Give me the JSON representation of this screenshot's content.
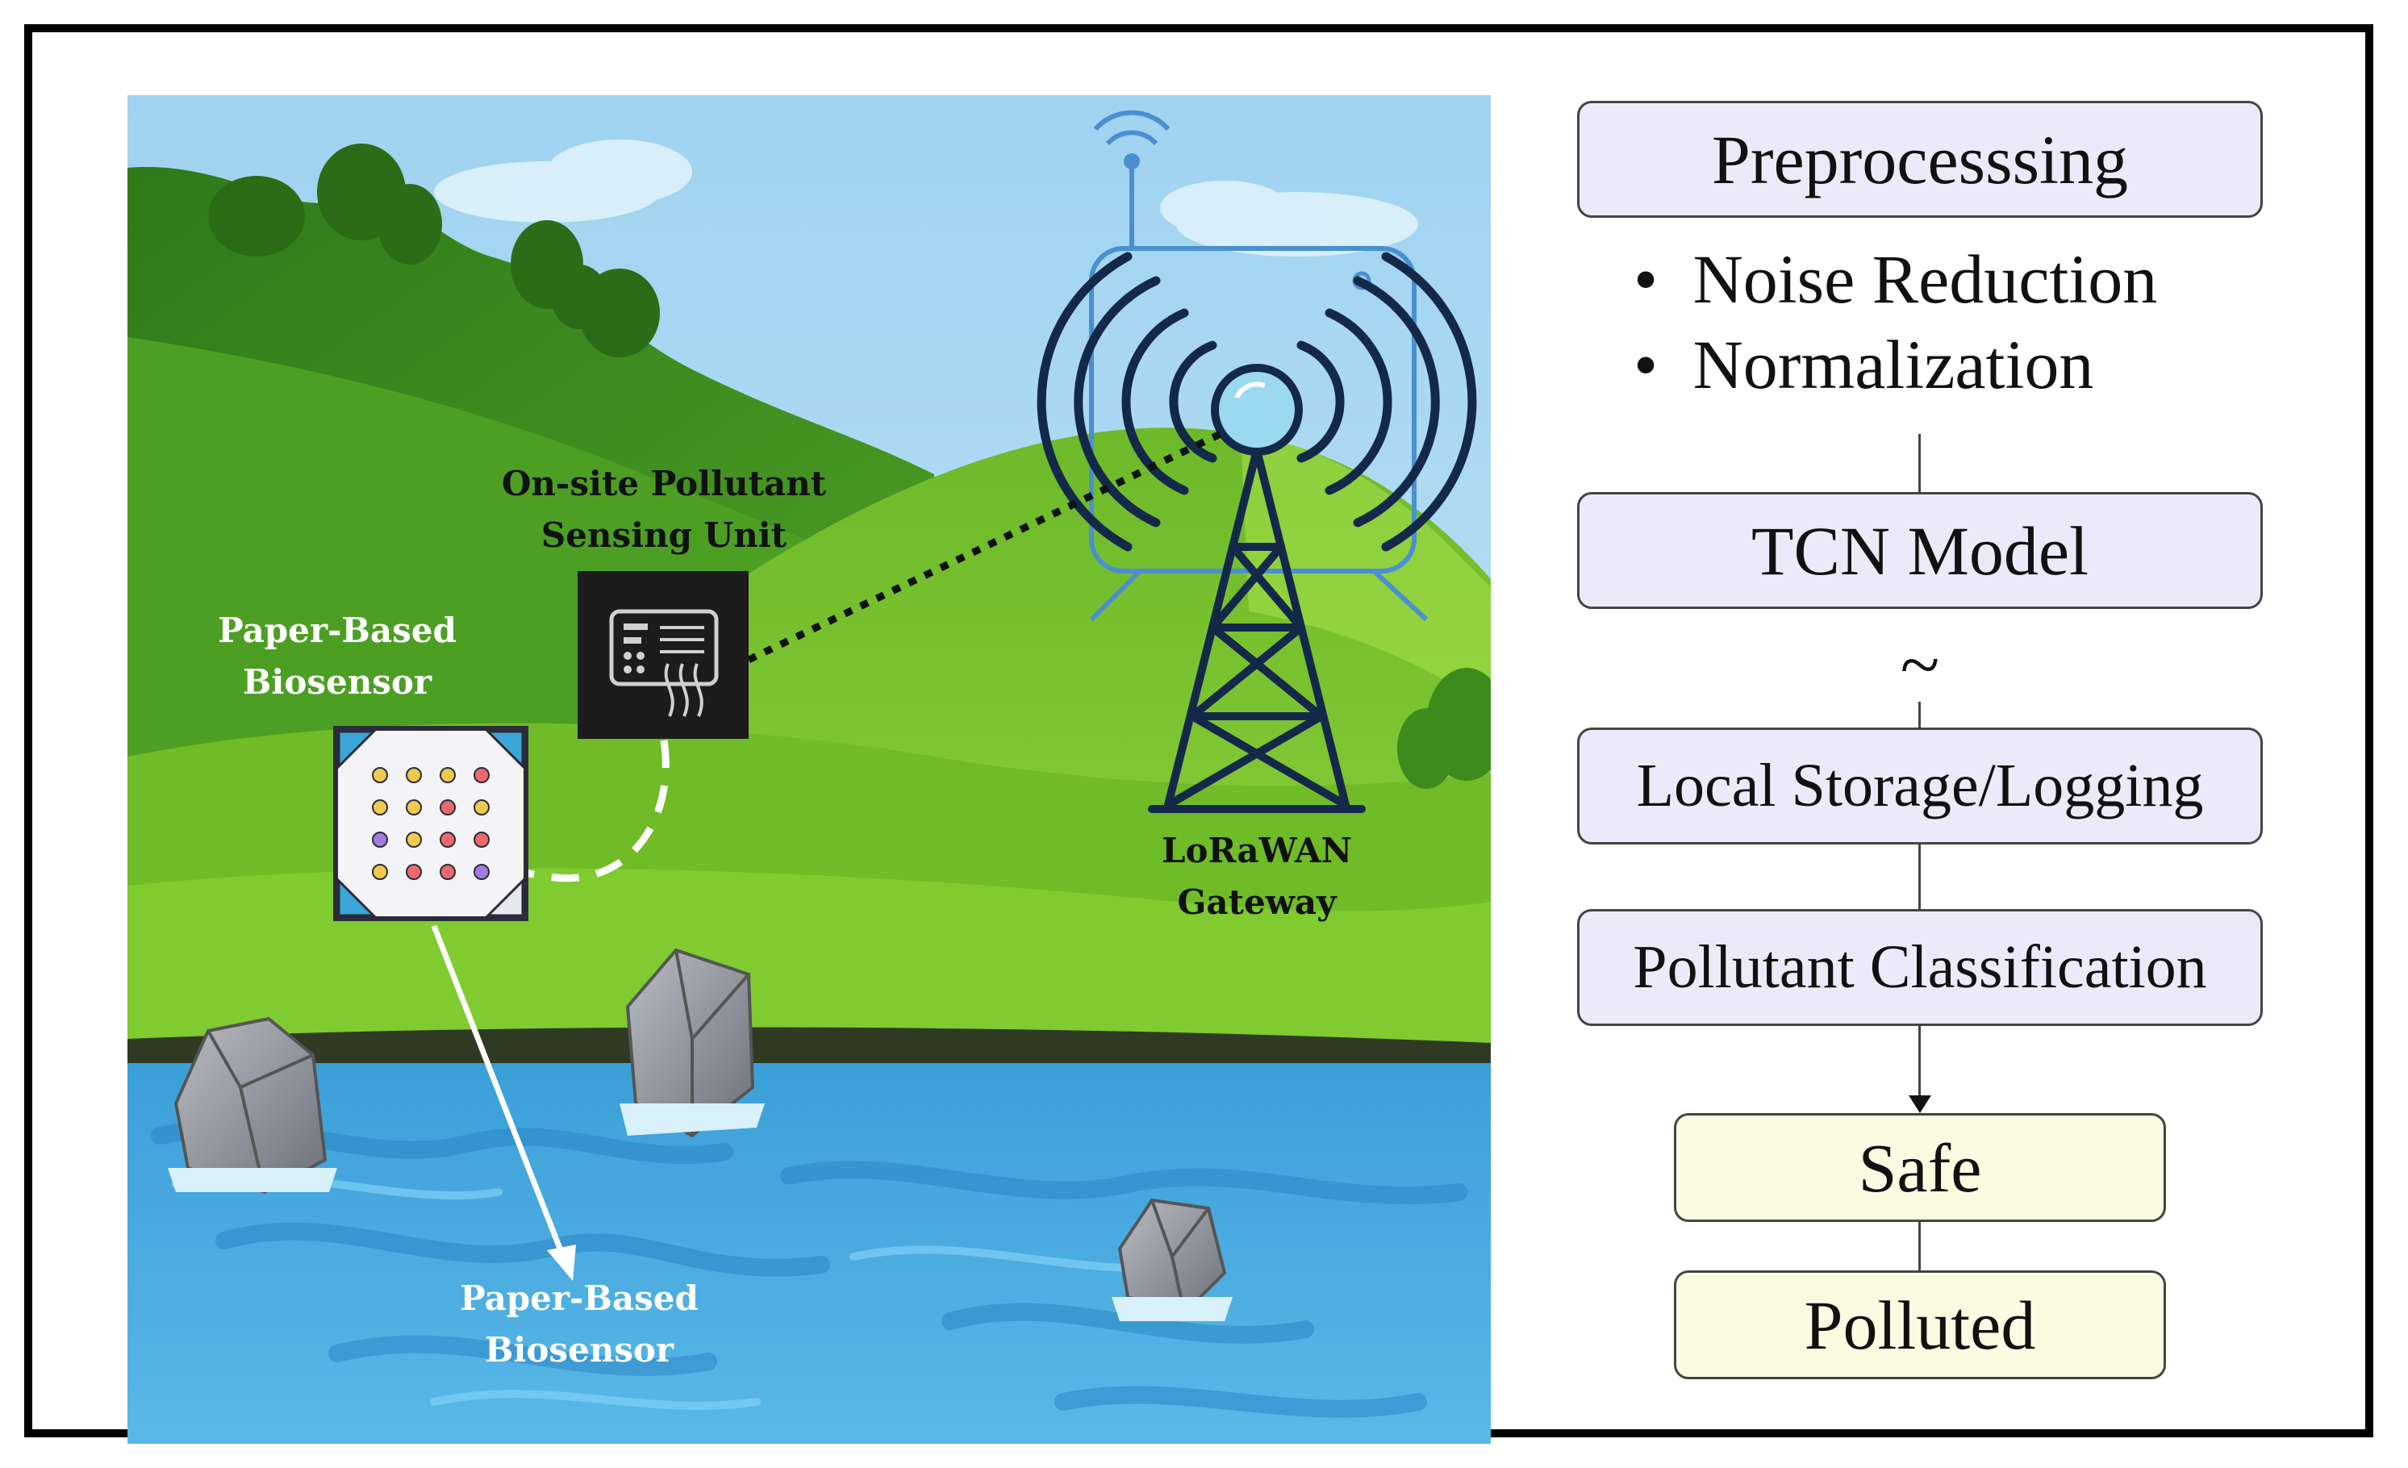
{
  "scene": {
    "sensing_unit_label": [
      "On-site Pollutant",
      "Sensing Unit"
    ],
    "biosensor_label_top": [
      "Paper-Based",
      "Biosensor"
    ],
    "biosensor_label_bottom": [
      "Paper-Based",
      "Biosensor"
    ],
    "gateway_label": [
      "LoRaWAN",
      "Gateway"
    ]
  },
  "flow": {
    "preprocessing": "Preprocesssing",
    "bullets": [
      "Noise Reduction",
      "Normalization"
    ],
    "bullet_char": "•",
    "model": "TCN Model",
    "tilde": "~",
    "storage": "Local Storage/Logging",
    "classification": "Pollutant Classification",
    "outputs": [
      "Safe",
      "Polluted"
    ]
  },
  "colors": {
    "sky": "#a9d9f2",
    "hill_dark": "#3f8f1f",
    "grass": "#7cc52c",
    "water": "#3fa6dc",
    "step_box": "#eceafa",
    "output_box": "#fbfbe1",
    "tower": "#14294a",
    "gateway_outline": "#4a8fd1"
  }
}
